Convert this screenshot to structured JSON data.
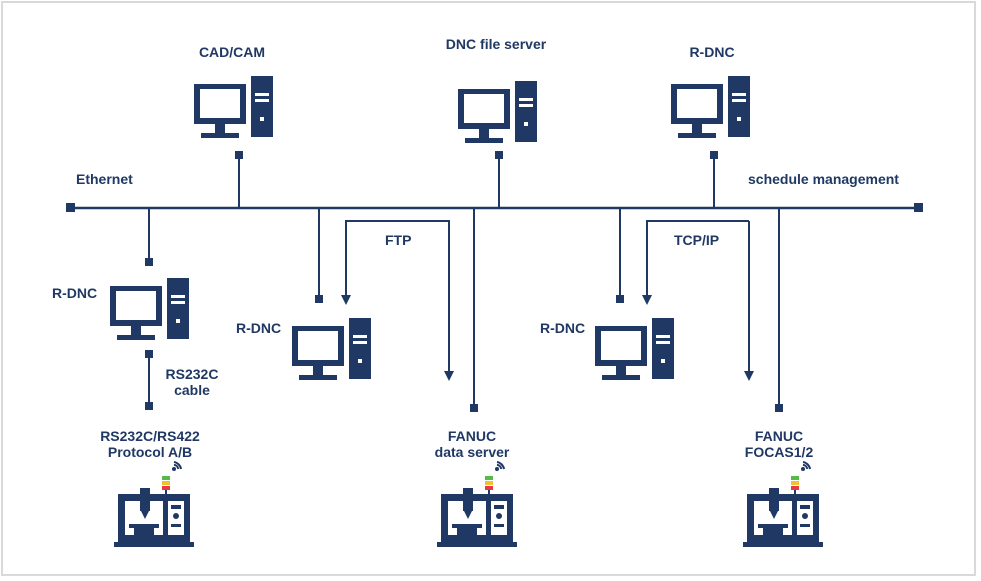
{
  "colors": {
    "navy": "#1f3864",
    "accent_red": "#e63946",
    "accent_yellow": "#f2c12e",
    "accent_green": "#57b947",
    "border": "#d9d9d9"
  },
  "labels": {
    "cadcam": "CAD/CAM",
    "dnc_file_server": "DNC file server",
    "rdnc_top": "R-DNC",
    "ethernet": "Ethernet",
    "schedule_management": "schedule management",
    "rdnc_left": "R-DNC",
    "rdnc_mid1": "R-DNC",
    "rdnc_mid2": "R-DNC",
    "ftp": "FTP",
    "tcpip": "TCP/IP",
    "rs232c_line1": "RS232C",
    "rs232c_line2": "cable",
    "protocol_line1": "RS232C/RS422",
    "protocol_line2": "Protocol A/B",
    "fanuc_data_line1": "FANUC",
    "fanuc_data_line2": "data server",
    "fanuc_focas_line1": "FANUC",
    "fanuc_focas_line2": "FOCAS1/2"
  },
  "icons": {
    "computer": "computer-icon",
    "cnc_machine": "cnc-machine-icon",
    "wireless": "wireless-signal-icon"
  }
}
